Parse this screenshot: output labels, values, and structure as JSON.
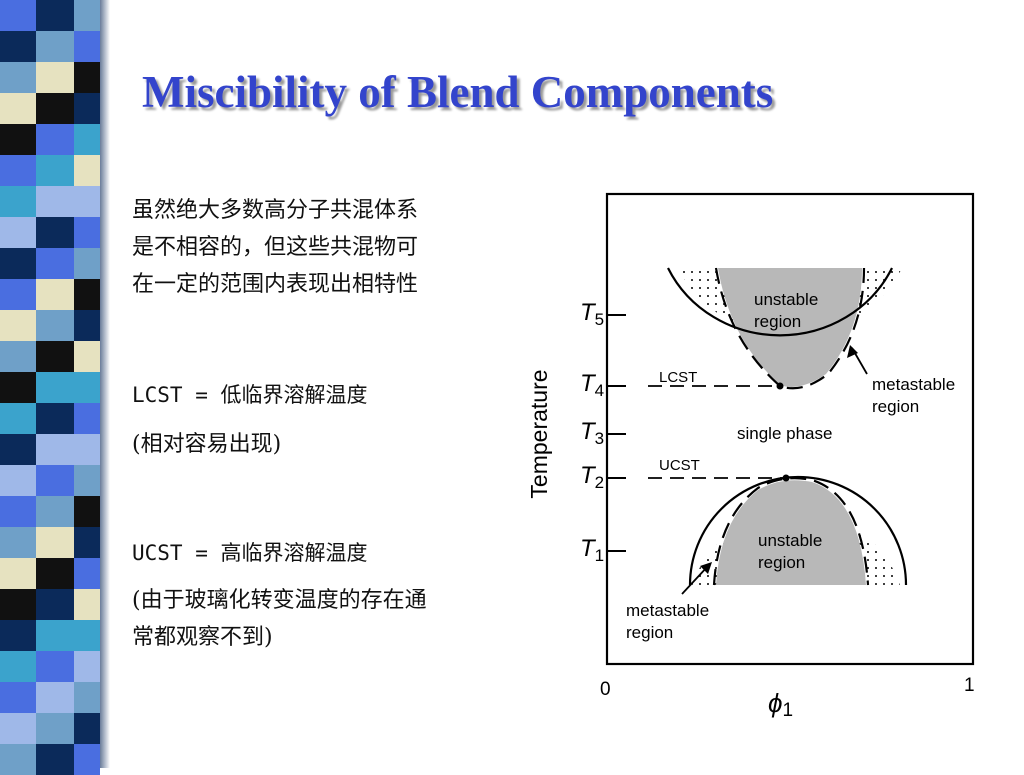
{
  "title": "Miscibility of Blend Components",
  "body": {
    "intro": [
      "虽然绝大多数高分子共混体系",
      "是不相容的，但这些共混物可",
      "在一定的范围内表现出相特性"
    ],
    "lcst_line": "LCST = 低临界溶解温度",
    "lcst_note": "(相对容易出现)",
    "ucst_line": "UCST = 高临界溶解温度",
    "ucst_note": [
      "(由于玻璃化转变温度的存在通",
      "常都观察不到)"
    ]
  },
  "diagram": {
    "y_axis_label": "Temperature",
    "x_axis_symbol": "ϕ",
    "x_axis_subscript": "1",
    "x_tick_start": "0",
    "x_tick_end": "1",
    "temperature_levels": [
      {
        "letter": "T",
        "sub": "5"
      },
      {
        "letter": "T",
        "sub": "4"
      },
      {
        "letter": "T",
        "sub": "3"
      },
      {
        "letter": "T",
        "sub": "2"
      },
      {
        "letter": "T",
        "sub": "1"
      }
    ],
    "lcst_label": "LCST",
    "ucst_label": "UCST",
    "upper_unstable": [
      "unstable",
      "region"
    ],
    "lower_unstable": [
      "unstable",
      "region"
    ],
    "upper_metastable": [
      "metastable",
      "region"
    ],
    "lower_metastable": [
      "metastable",
      "region"
    ],
    "single_phase": "single phase"
  },
  "colors": {
    "title": "#3344cc",
    "unstable_fill": "#b8b8b8",
    "stripe": [
      "#4a6ee0",
      "#0b2a5a",
      "#6fa0c8",
      "#e6e2c0",
      "#111111",
      "#3ba3cc",
      "#9fb8e8"
    ]
  }
}
